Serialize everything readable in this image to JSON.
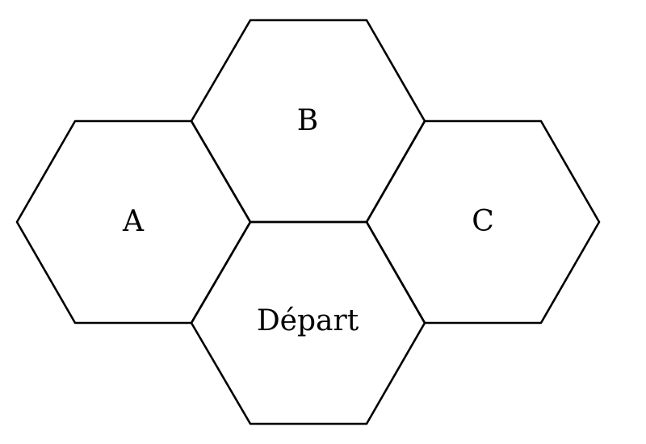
{
  "diagram": {
    "cells": [
      {
        "id": "A",
        "label": "A"
      },
      {
        "id": "B",
        "label": "B"
      },
      {
        "id": "C",
        "label": "C"
      },
      {
        "id": "depart",
        "label": "Départ"
      }
    ],
    "colors": {
      "stroke": "#000000",
      "background": "#ffffff"
    }
  }
}
